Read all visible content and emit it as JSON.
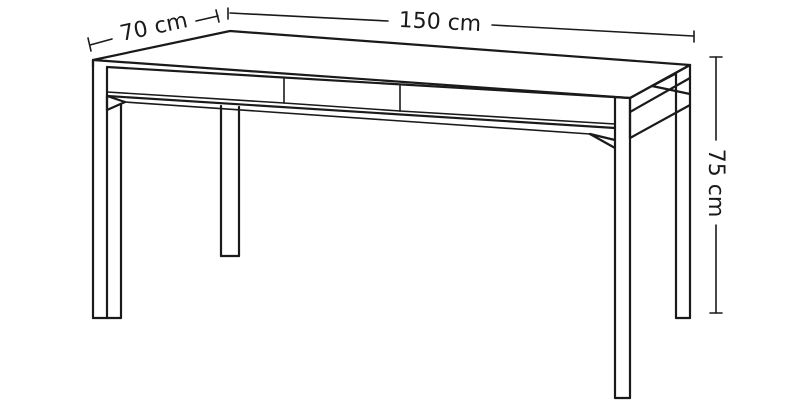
{
  "dimensions": {
    "depth": "70 cm",
    "width": "150 cm",
    "height": "75 cm"
  },
  "colors": {
    "stroke": "#1a1a1a",
    "background": "#ffffff"
  }
}
